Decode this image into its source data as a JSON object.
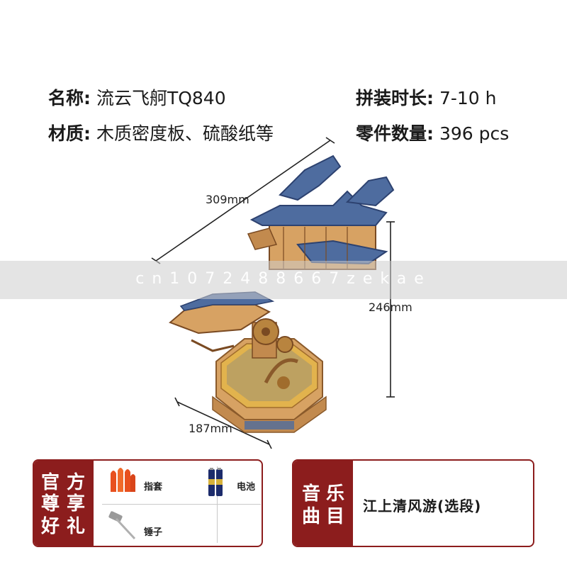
{
  "specs": {
    "name_label": "名称:",
    "name_value": "流云飞舸TQ840",
    "material_label": "材质:",
    "material_value": "木质密度板、硫酸纸等",
    "time_label": "拼装时长:",
    "time_value": "7-10 h",
    "parts_label": "零件数量:",
    "parts_value": "396 pcs"
  },
  "dimensions": {
    "length": "309mm",
    "height": "246mm",
    "width": "187mm"
  },
  "watermark": "cn1072488667zekae",
  "gifts": {
    "heading_chars": [
      "官",
      "方",
      "尊",
      "享",
      "好",
      "礼"
    ],
    "items": [
      {
        "label": "指套",
        "icon": "finger-cot-icon"
      },
      {
        "label": "电池",
        "icon": "battery-icon"
      },
      {
        "label": "锤子",
        "icon": "hammer-icon"
      }
    ]
  },
  "music": {
    "heading_chars": [
      "音",
      "乐",
      "曲",
      "目"
    ],
    "title": "江上清风游(选段)"
  },
  "colors": {
    "accent": "#8c1d1d",
    "wood": "#d7a263",
    "roof_blue": "#4e6c9f",
    "gold": "#e2b34d"
  }
}
